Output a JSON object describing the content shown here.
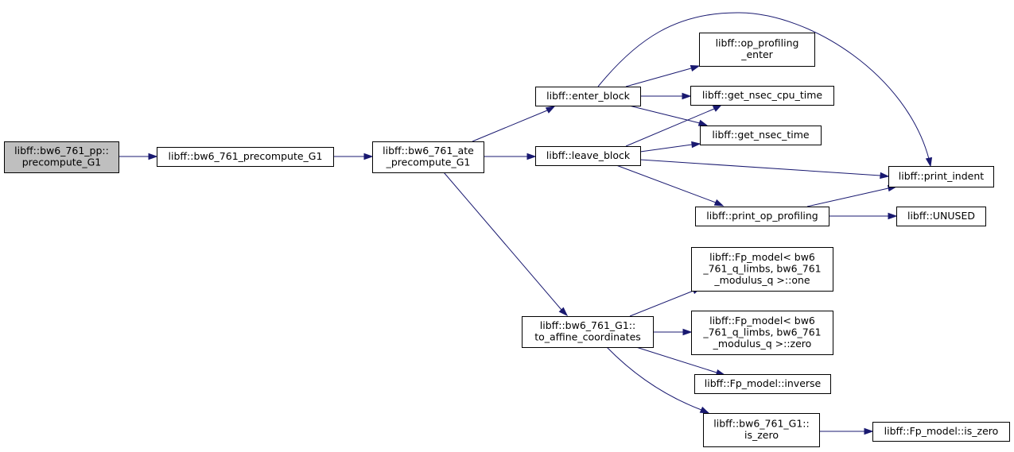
{
  "diagram": {
    "nodes": [
      {
        "id": "bw6_761_pp_precompute_G1",
        "lines": [
          "libff::bw6_761_pp::",
          "precompute_G1"
        ],
        "highlight": true
      },
      {
        "id": "bw6_761_precompute_G1",
        "lines": [
          "libff::bw6_761_precompute_G1"
        ]
      },
      {
        "id": "bw6_761_ate_precompute_G1",
        "lines": [
          "libff::bw6_761_ate",
          "_precompute_G1"
        ]
      },
      {
        "id": "enter_block",
        "lines": [
          "libff::enter_block"
        ]
      },
      {
        "id": "leave_block",
        "lines": [
          "libff::leave_block"
        ]
      },
      {
        "id": "to_affine_coordinates",
        "lines": [
          "libff::bw6_761_G1::",
          "to_affine_coordinates"
        ]
      },
      {
        "id": "op_profiling_enter",
        "lines": [
          "libff::op_profiling",
          "_enter"
        ]
      },
      {
        "id": "get_nsec_cpu_time",
        "lines": [
          "libff::get_nsec_cpu_time"
        ]
      },
      {
        "id": "get_nsec_time",
        "lines": [
          "libff::get_nsec_time"
        ]
      },
      {
        "id": "print_op_profiling",
        "lines": [
          "libff::print_op_profiling"
        ]
      },
      {
        "id": "print_indent",
        "lines": [
          "libff::print_indent"
        ]
      },
      {
        "id": "UNUSED",
        "lines": [
          "libff::UNUSED"
        ]
      },
      {
        "id": "fp_model_one",
        "lines": [
          "libff::Fp_model< bw6",
          "_761_q_limbs, bw6_761",
          "_modulus_q >::one"
        ]
      },
      {
        "id": "fp_model_zero",
        "lines": [
          "libff::Fp_model< bw6",
          "_761_q_limbs, bw6_761",
          "_modulus_q >::zero"
        ]
      },
      {
        "id": "fp_model_inverse",
        "lines": [
          "libff::Fp_model::inverse"
        ]
      },
      {
        "id": "bw6_761_G1_is_zero",
        "lines": [
          "libff::bw6_761_G1::",
          "is_zero"
        ]
      },
      {
        "id": "fp_model_is_zero",
        "lines": [
          "libff::Fp_model::is_zero"
        ]
      }
    ],
    "edges": [
      {
        "from": "bw6_761_pp_precompute_G1",
        "to": "bw6_761_precompute_G1"
      },
      {
        "from": "bw6_761_precompute_G1",
        "to": "bw6_761_ate_precompute_G1"
      },
      {
        "from": "bw6_761_ate_precompute_G1",
        "to": "enter_block"
      },
      {
        "from": "bw6_761_ate_precompute_G1",
        "to": "leave_block"
      },
      {
        "from": "bw6_761_ate_precompute_G1",
        "to": "to_affine_coordinates"
      },
      {
        "from": "enter_block",
        "to": "op_profiling_enter"
      },
      {
        "from": "enter_block",
        "to": "get_nsec_cpu_time"
      },
      {
        "from": "enter_block",
        "to": "get_nsec_time"
      },
      {
        "from": "enter_block",
        "to": "print_indent"
      },
      {
        "from": "leave_block",
        "to": "get_nsec_cpu_time"
      },
      {
        "from": "leave_block",
        "to": "get_nsec_time"
      },
      {
        "from": "leave_block",
        "to": "print_indent"
      },
      {
        "from": "leave_block",
        "to": "print_op_profiling"
      },
      {
        "from": "print_op_profiling",
        "to": "print_indent"
      },
      {
        "from": "print_op_profiling",
        "to": "UNUSED"
      },
      {
        "from": "to_affine_coordinates",
        "to": "fp_model_one"
      },
      {
        "from": "to_affine_coordinates",
        "to": "fp_model_zero"
      },
      {
        "from": "to_affine_coordinates",
        "to": "fp_model_inverse"
      },
      {
        "from": "to_affine_coordinates",
        "to": "bw6_761_G1_is_zero"
      },
      {
        "from": "bw6_761_G1_is_zero",
        "to": "fp_model_is_zero"
      }
    ]
  },
  "colors": {
    "edge": "#191970",
    "node_border": "#000000",
    "root_fill": "#bfbfbf",
    "node_fill": "#ffffff"
  }
}
